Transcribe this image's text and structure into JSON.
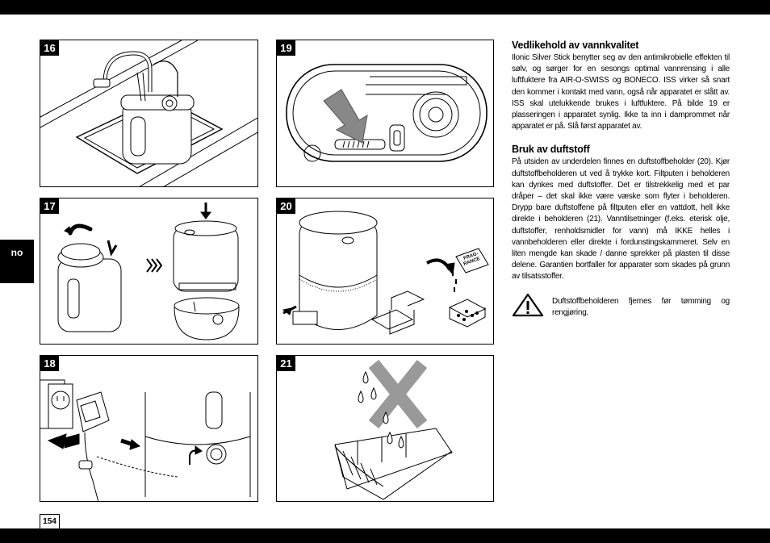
{
  "language_tab": "no",
  "page_number": "154",
  "figures": [
    {
      "number": "16"
    },
    {
      "number": "17"
    },
    {
      "number": "18"
    },
    {
      "number": "19"
    },
    {
      "number": "20"
    },
    {
      "number": "21"
    }
  ],
  "fragrance_label": {
    "line1": "FRAG-",
    "line2": "RANCE"
  },
  "sections": [
    {
      "heading": "Vedlikehold av vannkvalitet",
      "text": "Ilonic Silver Stick benytter seg av den antimikrobielle effekten til sølv, og sørger for en sesongs optimal vannrensing i alle luftfuktere fra AIR-O-SWISS og BONECO. ISS virker så snart den kommer i kontakt med vann, også når apparatet er slått av. ISS skal utelukkende brukes i luftfuktere. På bilde 19 er plasseringen i apparatet synlig. Ikke ta inn i damprommet når apparatet er på. Slå først apparatet av."
    },
    {
      "heading": "Bruk av duftstoff",
      "text": "På utsiden av underdelen finnes en duftstoffbeholder (20). Kjør duftstoffbeholderen ut ved å trykke kort. Filtputen i beholderen kan dynkes med duftstoffer. Det er tilstrekkelig med et par dråper – det skal ikke være væske som flyter i beholderen. Drypp bare duftstoffene på filtputen eller en vattdott, hell ikke direkte i beholderen (21). Vanntilsetninger (f.eks. eterisk olje, duftstoffer, renholdsmidler for vann) må IKKE helles i vannbeholderen eller direkte i fordunstingskammeret. Selv en liten mengde kan skade / danne sprekker på plasten til disse delene. Garantien bortfaller for apparater som skades på grunn av tilsatsstoffer."
    }
  ],
  "warning": {
    "icon": "warning-triangle-icon",
    "text": "Duftstoffbeholderen fjernes før tømming og rengjøring."
  }
}
